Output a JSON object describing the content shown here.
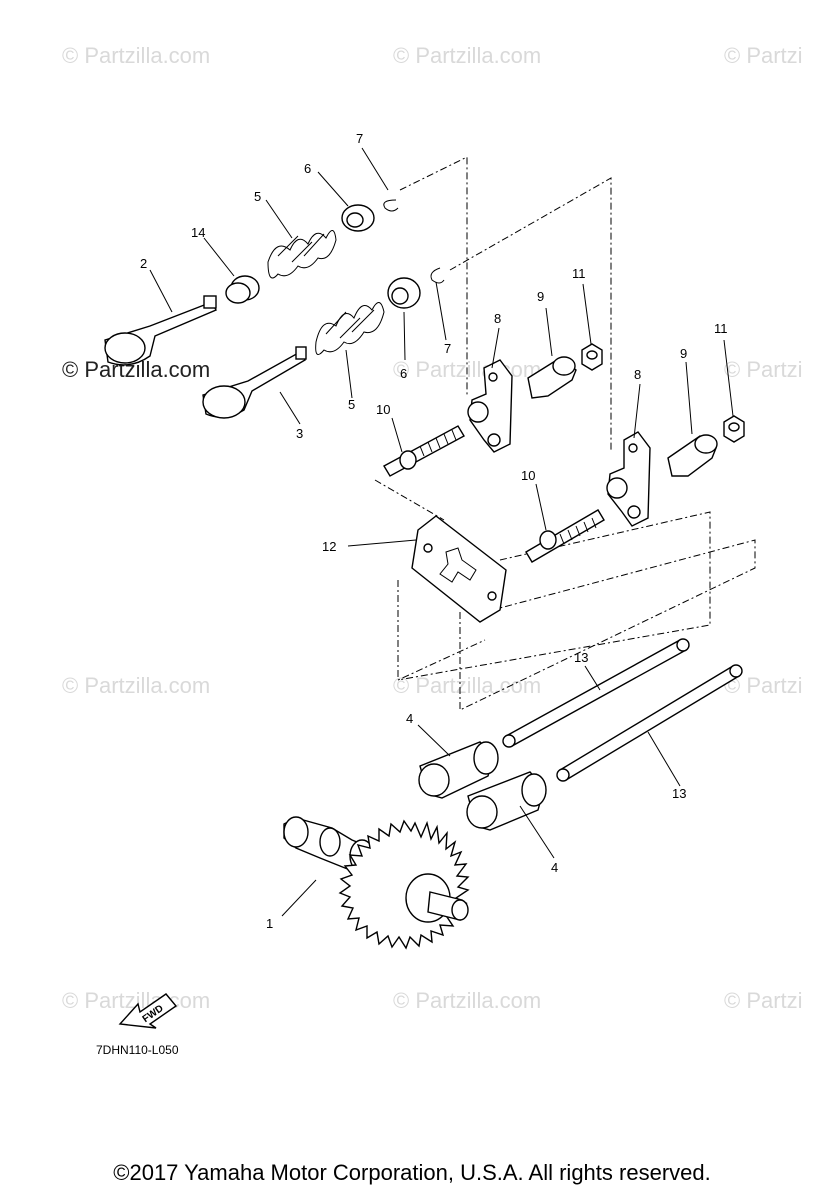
{
  "watermarks": {
    "text": "© Partzilla.com",
    "partial": "© Partzi"
  },
  "callouts": {
    "c1": "1",
    "c2": "2",
    "c3": "3",
    "c4a": "4",
    "c4b": "4",
    "c5a": "5",
    "c5b": "5",
    "c6a": "6",
    "c6b": "6",
    "c7a": "7",
    "c7b": "7",
    "c8a": "8",
    "c8b": "8",
    "c9a": "9",
    "c9b": "9",
    "c10a": "10",
    "c10b": "10",
    "c11a": "11",
    "c11b": "11",
    "c12": "12",
    "c13a": "13",
    "c13b": "13",
    "c14": "14"
  },
  "fwd_label": "FWD",
  "diagram_code": "7DHN110-L050",
  "copyright": "©2017  Yamaha Motor Corporation, U.S.A. All rights reserved."
}
